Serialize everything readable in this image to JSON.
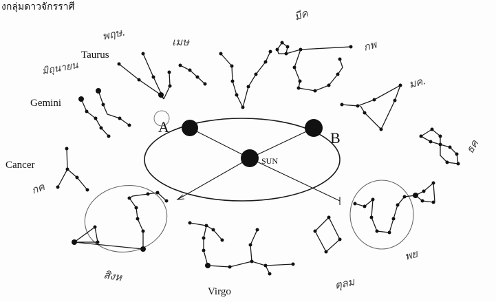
{
  "header": {
    "caption": "งกลุ่มดาวจักรราศี"
  },
  "labels": {
    "taurus": "Taurus",
    "gemini": "Gemini",
    "cancer": "Cancer",
    "virgo": "Virgo",
    "sun": "SUN",
    "point_a": "A",
    "point_b": "B"
  },
  "handwritten": {
    "h1": "พฤษ.",
    "h2": "เมษ",
    "h3": "มีค",
    "h4": "กพ",
    "h5": "มิถุนายน",
    "h6": "มค.",
    "h7": "ธค",
    "h8": "กค",
    "h9": "สิงห",
    "h10": "พย",
    "h11": "ตุลม"
  }
}
